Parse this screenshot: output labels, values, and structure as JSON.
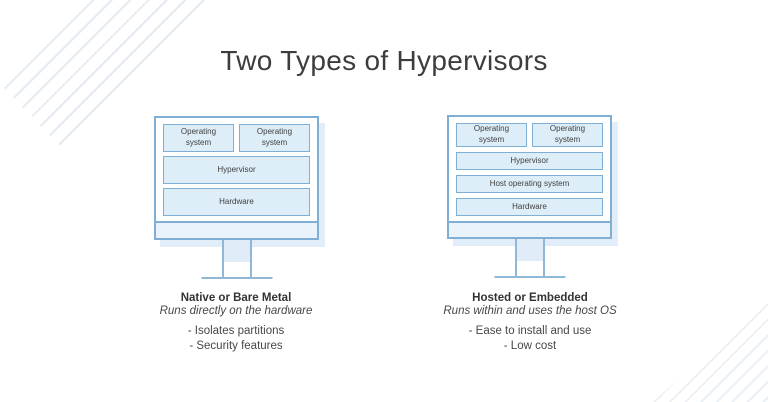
{
  "title": "Two Types of Hypervisors",
  "colors": {
    "outline_blue": "#7fafd4",
    "layer_fill": "#ddeef9",
    "bezel_fill": "#eaf3fb",
    "shadow": "#e1edf8",
    "stand_fill": "#e0edf8",
    "stripe": "#dfe8f0",
    "title_text": "#3d3d3d",
    "body_text": "#474747"
  },
  "left_monitor": {
    "layers": {
      "os": "Operating system",
      "hypervisor": "Hypervisor",
      "hardware": "Hardware"
    },
    "heading": "Native or Bare Metal",
    "subheading": "Runs directly on the hardware",
    "bullets": [
      "- Isolates partitions",
      "- Security features"
    ]
  },
  "right_monitor": {
    "layers": {
      "os": "Operating system",
      "hypervisor": "Hypervisor",
      "host_os": "Host operating system",
      "hardware": "Hardware"
    },
    "heading": "Hosted or Embedded",
    "subheading": "Runs within and uses the host OS",
    "bullets": [
      "- Ease to install and use",
      "- Low cost"
    ]
  }
}
